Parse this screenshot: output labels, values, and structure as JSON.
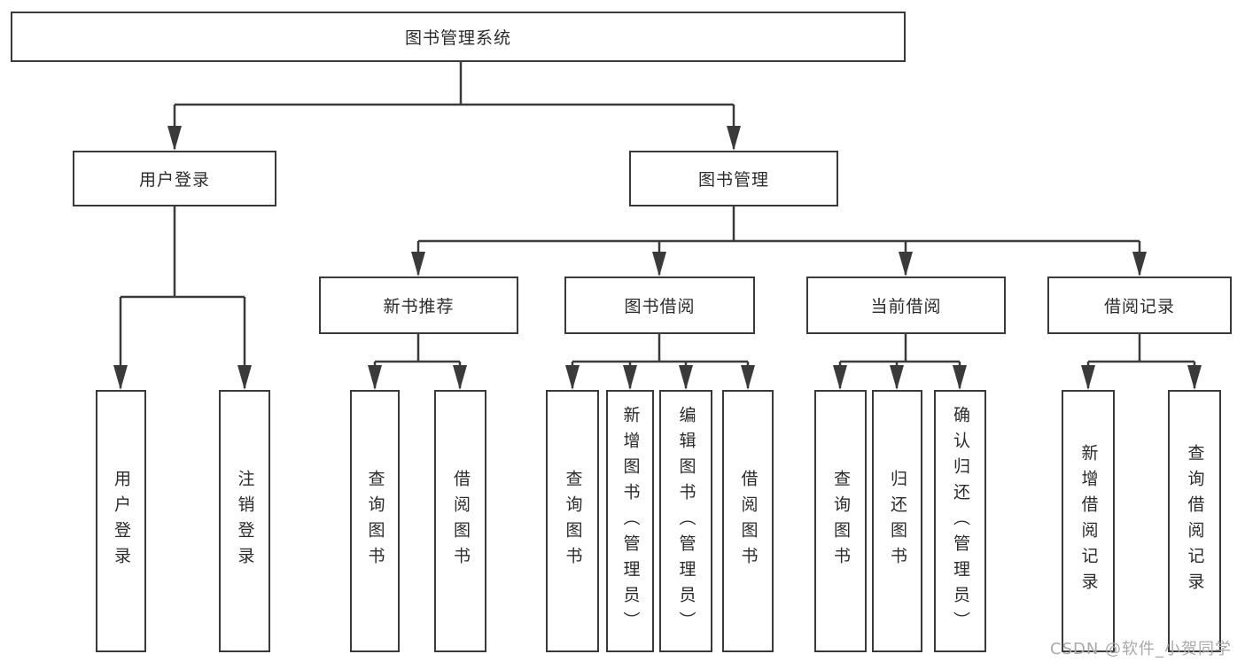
{
  "diagram": {
    "root": {
      "label": "图书管理系统"
    },
    "branches": {
      "user_login": {
        "label": "用户登录",
        "children": [
          {
            "label": "用户登录"
          },
          {
            "label": "注销登录"
          }
        ]
      },
      "book_management": {
        "label": "图书管理",
        "sections": {
          "new_book_recommend": {
            "label": "新书推荐",
            "children": [
              {
                "label": "查询图书"
              },
              {
                "label": "借阅图书"
              }
            ]
          },
          "book_borrowing": {
            "label": "图书借阅",
            "children": [
              {
                "label": "查询图书"
              },
              {
                "label": "新增图书（管理员）"
              },
              {
                "label": "编辑图书（管理员）"
              },
              {
                "label": "借阅图书"
              }
            ]
          },
          "current_borrowing": {
            "label": "当前借阅",
            "children": [
              {
                "label": "查询图书"
              },
              {
                "label": "归还图书"
              },
              {
                "label": "确认归还（管理员）"
              }
            ]
          },
          "borrowing_records": {
            "label": "借阅记录",
            "children": [
              {
                "label": "新增借阅记录"
              },
              {
                "label": "查询借阅记录"
              }
            ]
          }
        }
      }
    }
  },
  "watermark": {
    "text": "CSDN @软件_小贺同学"
  },
  "colors": {
    "line": "#3a3a3a",
    "box_border": "#3a3a3a",
    "box_fill": "#ffffff",
    "text": "#2b2b2b",
    "watermark": "#a9a9a9",
    "background": "#ffffff"
  }
}
